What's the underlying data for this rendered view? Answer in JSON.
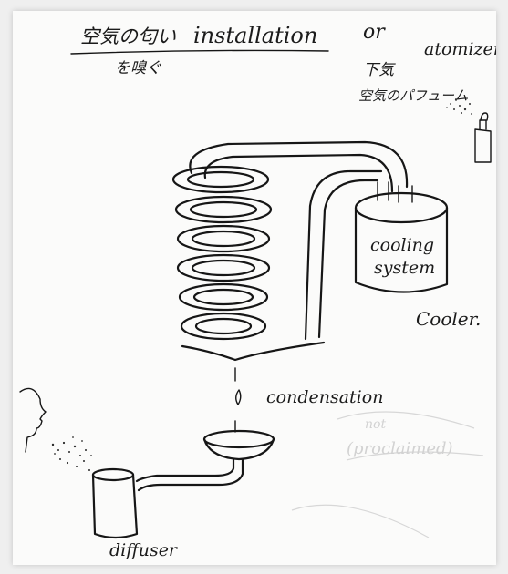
{
  "title": {
    "jp_prefix": "空気の匂い",
    "en": "installation",
    "jp_sub": "を嗅ぐ"
  },
  "or_text": "or",
  "alt": {
    "line1": "下気",
    "line2": "空気のパフューム",
    "atomizer": "atomizer"
  },
  "labels": {
    "cooling_system_line1": "cooling",
    "cooling_system_line2": "system",
    "cooler": "Cooler.",
    "condensation": "condensation",
    "diffuser": "diffuser"
  },
  "colors": {
    "ink": "#161616",
    "paper": "#fbfbfa",
    "background": "#efefef"
  },
  "icons": [
    "head-profile-icon",
    "atomizer-bottle-icon",
    "spray-mist-icon"
  ]
}
